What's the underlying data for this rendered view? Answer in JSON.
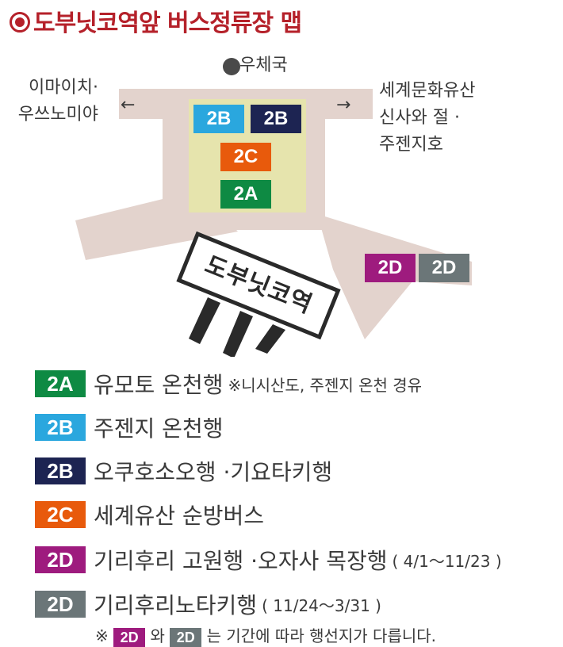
{
  "title": "도부닛코역앞 버스정류장 맵",
  "map": {
    "post_office": "우체국",
    "left_destination": [
      "이마이치·",
      "우쓰노미야"
    ],
    "right_destination": [
      "세계문화유산",
      "신사와 절 ·",
      "주젠지호"
    ],
    "left_arrow": "←",
    "right_arrow": "→",
    "station_sign": "도부닛코역",
    "stops": [
      {
        "label": "2B",
        "color": "#2aa7de"
      },
      {
        "label": "2B",
        "color": "#1d2452"
      },
      {
        "label": "2C",
        "color": "#e85a0c"
      },
      {
        "label": "2A",
        "color": "#0e8a43"
      },
      {
        "label": "2D",
        "color": "#9e1b7e"
      },
      {
        "label": "2D",
        "color": "#6b7678"
      }
    ],
    "colors": {
      "road": "#e3d3cd",
      "platform": "#e6e4ad",
      "sign_border": "#2a2a2a"
    }
  },
  "legend": [
    {
      "label": "2A",
      "color": "#0e8a43",
      "text": "유모토 온천행",
      "note": "※니시산도, 주젠지 온천 경유"
    },
    {
      "label": "2B",
      "color": "#2aa7de",
      "text": "주젠지 온천행",
      "note": ""
    },
    {
      "label": "2B",
      "color": "#1d2452",
      "text": "오쿠호소오행 ·기요타키행",
      "note": ""
    },
    {
      "label": "2C",
      "color": "#e85a0c",
      "text": "세계유산 순방버스",
      "note": ""
    },
    {
      "label": "2D",
      "color": "#9e1b7e",
      "text": "기리후리 고원행 ·오자사 목장행",
      "note": "( 4/1〜11/23 )"
    },
    {
      "label": "2D",
      "color": "#6b7678",
      "text": "기리후리노타키행",
      "note": "( 11/24〜3/31 )"
    }
  ],
  "footnote": {
    "prefix": "※",
    "badge1": "2D",
    "mid": "와",
    "badge2": "2D",
    "suffix": "는 기간에 따라 행선지가 다릅니다."
  }
}
